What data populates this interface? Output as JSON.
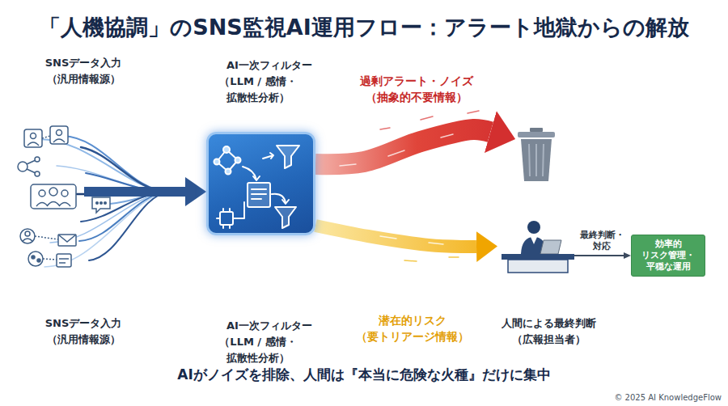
{
  "diagram": {
    "title": "「人機協調」のSNS監視AI運用フロー：アラート地獄からの解放",
    "caption": "AIがノイズを排除、人間は『本当に危険な火種』だけに集中",
    "nodes": [
      {
        "text": [
          "SNSデータ入力 （汎用情報源）",
          "SNSデータ入力 （汎用情報源）"
        ]
      },
      {
        "text": [
          "AI一次フィルター （LLM / 感情・拡散性分析）",
          "AI一次フィルター （LLM / 感情・拡散性分析）"
        ]
      },
      {
        "text": [
          "過剰アラート・ノイズ （抽象的不要情報）"
        ]
      },
      {
        "text": [
          "人間による最終判断 （広報担当者）"
        ]
      },
      {
        "text": [
          "効率的 リスク管理・ 平穏な運用"
        ]
      }
    ],
    "edges": [
      {
        "from": 0,
        "to": 1,
        "arrow": "to"
      },
      {
        "from": 1,
        "to": 2,
        "arrow": "to"
      },
      {
        "from": 1,
        "to": 3,
        "arrow": "to",
        "label": "潜在的リスク （要トリアージ情報）"
      },
      {
        "from": 3,
        "to": 4,
        "arrow": "to",
        "label": "最終判断・ 対応"
      }
    ],
    "labels": [
      "© 2025 AI KnowledgeFlow"
    ]
  }
}
